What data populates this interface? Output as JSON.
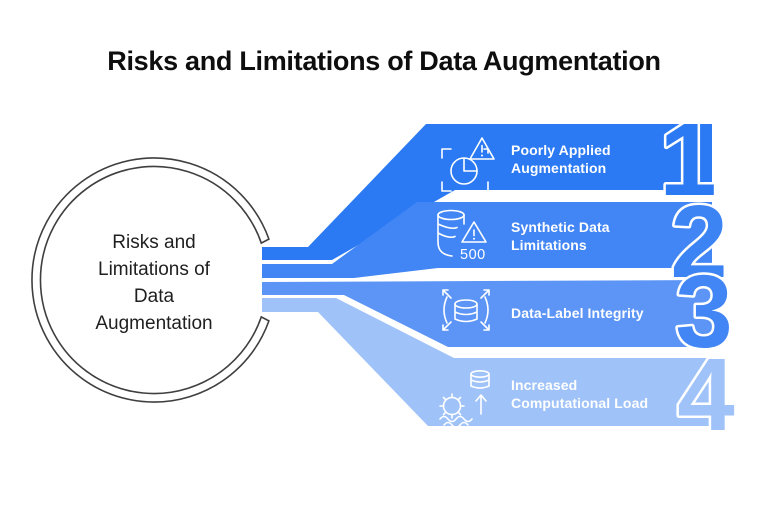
{
  "title": "Risks and Limitations of Data Augmentation",
  "center": {
    "label": "Risks and\nLimitations of\nData\nAugmentation"
  },
  "items": [
    {
      "number": "1",
      "label": "Poorly Applied\nAugmentation",
      "icon": "augmentation-warning-icon",
      "color": "#2B7AF3",
      "number_color": "#2B7AF3"
    },
    {
      "number": "2",
      "label": "Synthetic Data\nLimitations",
      "icon": "database-warning-icon",
      "icon_text": "500",
      "color": "#4286F5",
      "number_color": "#3C83F4"
    },
    {
      "number": "3",
      "label": "Data-Label Integrity",
      "icon": "database-expand-icon",
      "color": "#5C95F6",
      "number_color": "#4285F4"
    },
    {
      "number": "4",
      "label": "Increased\nComputational Load",
      "icon": "computational-load-icon",
      "color": "#9FC2F9",
      "number_color": "#9FC2F9"
    }
  ],
  "colors": {
    "ring": "#3F3F3F",
    "title_text": "#0E0E0E",
    "center_text": "#1F1F1F",
    "label_text": "#FFFFFF"
  }
}
